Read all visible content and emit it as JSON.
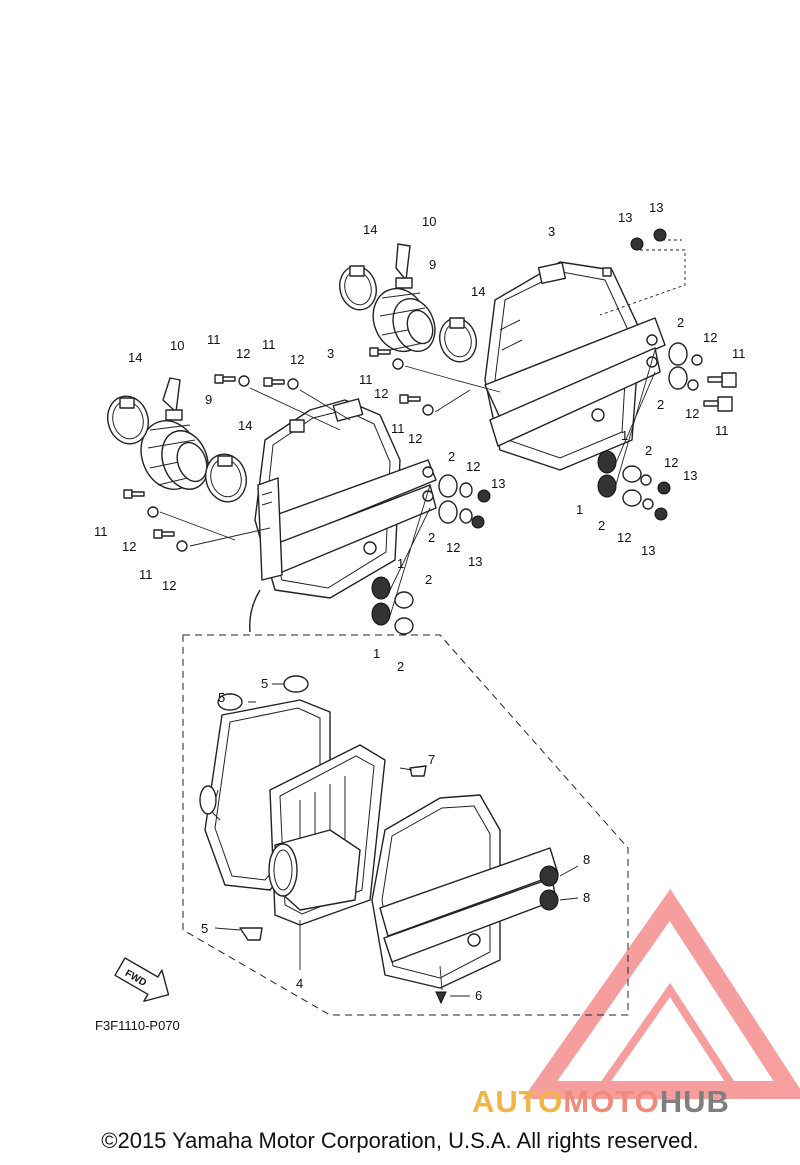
{
  "diagram_code": "F3F1110-P070",
  "fwd_label": "FWD",
  "copyright": "©2015 Yamaha Motor Corporation, U.S.A. All rights reserved.",
  "watermark": {
    "part1": "AUTO",
    "part2": "MOTO",
    "part3": "HUB",
    "color1": "#f2b447",
    "color2": "#f08a7a",
    "color3": "#7f7f7f",
    "triangle_color": "#f0504f"
  },
  "callouts": {
    "c1": "1",
    "c2": "2",
    "c3": "3",
    "c4": "4",
    "c5": "5",
    "c6": "6",
    "c7": "7",
    "c8": "8",
    "c9": "9",
    "c10": "10",
    "c11": "11",
    "c12": "12",
    "c13": "13",
    "c14": "14"
  }
}
